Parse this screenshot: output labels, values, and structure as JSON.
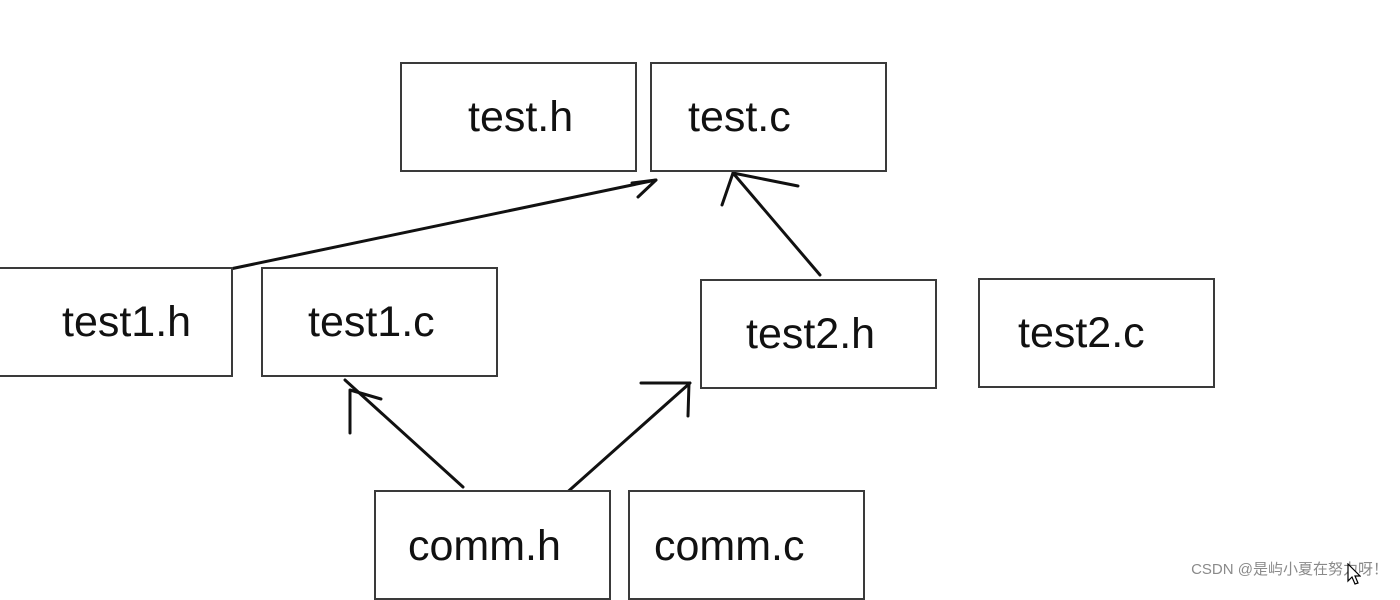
{
  "diagram": {
    "nodes": [
      {
        "id": "test_h",
        "label": "test.h"
      },
      {
        "id": "test_c",
        "label": "test.c"
      },
      {
        "id": "test1_h",
        "label": "test1.h"
      },
      {
        "id": "test1_c",
        "label": "test1.c"
      },
      {
        "id": "test2_h",
        "label": "test2.h"
      },
      {
        "id": "test2_c",
        "label": "test2.c"
      },
      {
        "id": "comm_h",
        "label": "comm.h"
      },
      {
        "id": "comm_c",
        "label": "comm.c"
      }
    ],
    "edges": [
      {
        "from": "test1_h",
        "to": "test_c"
      },
      {
        "from": "test2_h",
        "to": "test_c"
      },
      {
        "from": "comm_h",
        "to": "test1_c"
      },
      {
        "from": "comm_h",
        "to": "test2_h"
      }
    ]
  },
  "watermark": {
    "text": "CSDN @是屿小夏在努力呀！"
  },
  "cursor": {
    "icon": "mouse-pointer-icon"
  }
}
